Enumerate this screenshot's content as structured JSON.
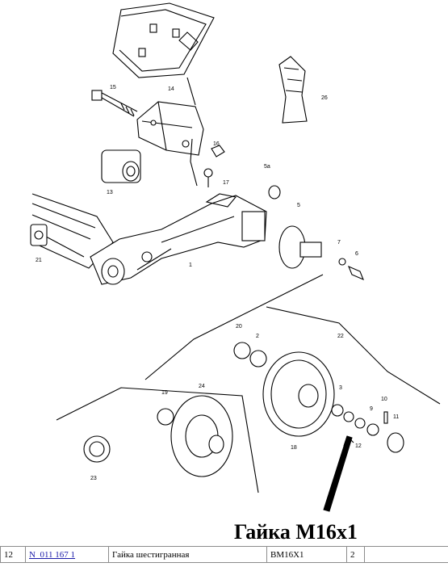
{
  "caption": "Гайка М16х1",
  "callouts": [
    "15",
    "14",
    "26",
    "16",
    "13",
    "17",
    "5a",
    "5",
    "7",
    "6",
    "21",
    "1",
    "22",
    "20",
    "2",
    "3",
    "24",
    "19",
    "9",
    "10",
    "12",
    "11",
    "18",
    "23"
  ],
  "row": {
    "position": "12",
    "part_number": "N  011 167 1",
    "description": "Гайка шестигранная",
    "spec": "BM16X1",
    "quantity": "2",
    "extra": ""
  },
  "colors": {
    "link": "#1a1aa8",
    "border": "#8c8c8c",
    "ink": "#000000"
  }
}
